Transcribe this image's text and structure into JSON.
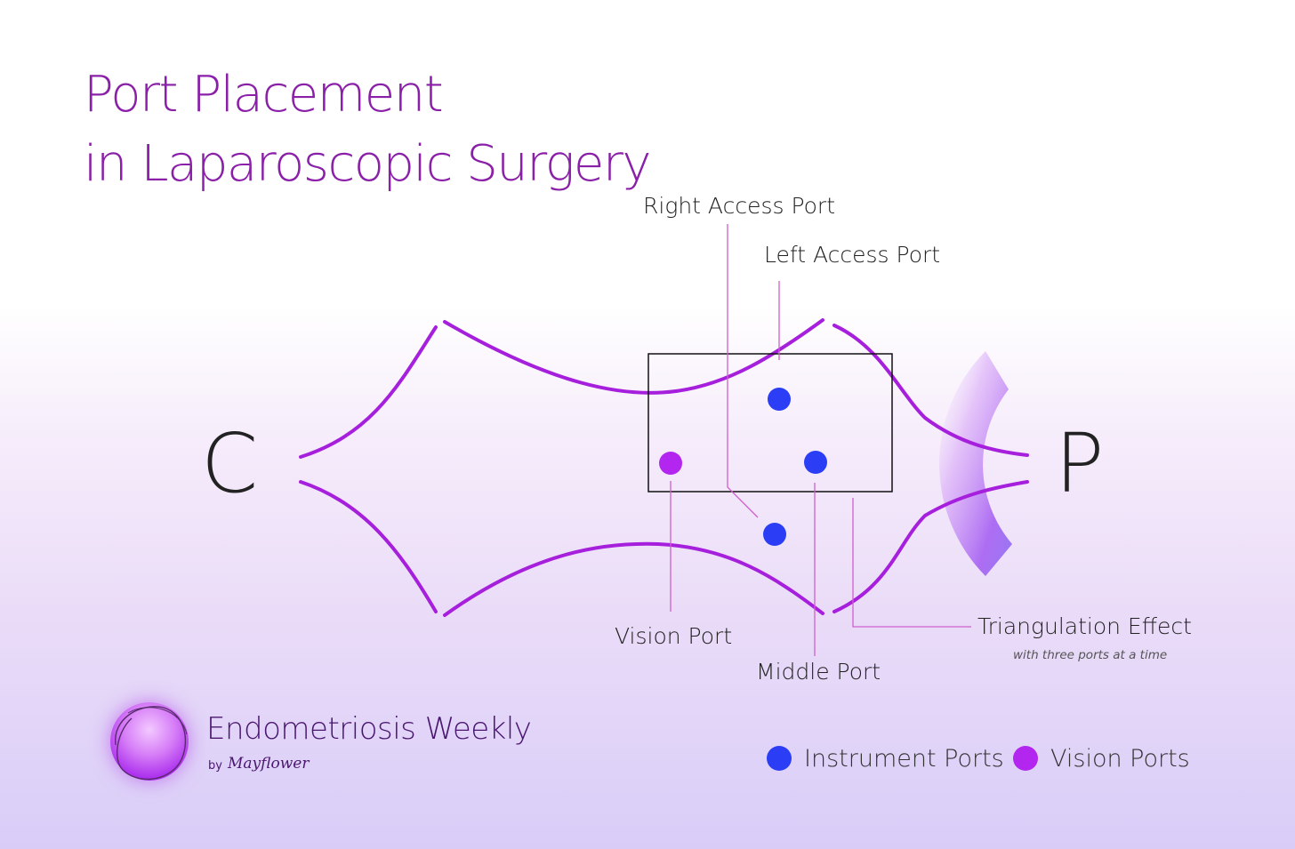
{
  "title": {
    "line1": "Port Placement",
    "line2": "in Laparoscopic Surgery"
  },
  "diagram": {
    "left_letter": "C",
    "right_letter": "P",
    "labels": {
      "right_access": "Right Access Port",
      "left_access": "Left Access Port",
      "vision": "Vision Port",
      "middle": "Middle Port",
      "triangulation": "Triangulation Effect",
      "triangulation_sub": "with three ports at a time"
    },
    "colors": {
      "curve": "#a61fdc",
      "instrument_port": "#2b3ef5",
      "vision_port": "#b226f0",
      "leader_line": "#cf5fcc"
    }
  },
  "brand": {
    "name": "Endometriosis Weekly",
    "by": "by",
    "maker": "Mayflower"
  },
  "legend": {
    "instrument": "Instrument Ports",
    "vision": "Vision Ports"
  }
}
